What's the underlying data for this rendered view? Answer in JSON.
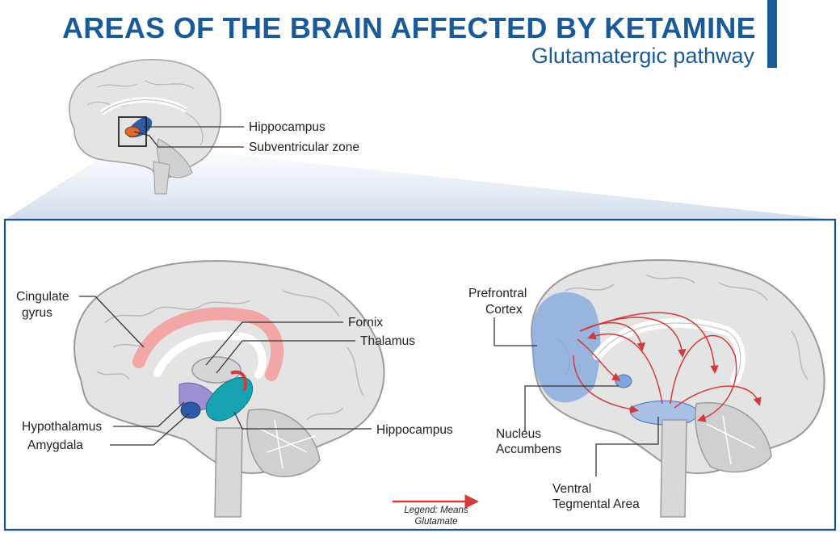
{
  "title": "AREAS OF THE BRAIN AFFECTED BY KETAMINE",
  "subtitle": "Glutamatergic pathway",
  "top_labels": {
    "hippocampus": "Hippocampus",
    "subventricular": "Subventricular zone"
  },
  "left_labels": {
    "cingulate_1": "Cingulate",
    "cingulate_2": "gyrus",
    "fornix": "Fornix",
    "thalamus": "Thalamus",
    "hypothalamus": "Hypothalamus",
    "amygdala": "Amygdala",
    "hippocampus": "Hippocampus"
  },
  "right_labels": {
    "pfc_1": "Prefrontral",
    "pfc_2": "Cortex",
    "nac_1": "Nucleus",
    "nac_2": "Accumbens",
    "vta_1": "Ventral",
    "vta_2": "Tegmental Area"
  },
  "legend": {
    "line1": "Legend: Means",
    "line2": "Glutamate",
    "arrow_color": "#d33b3b"
  },
  "colors": {
    "title": "#1b5a98",
    "brain": "#e2e2e3",
    "brain_outline": "#9a9a9d",
    "cingulate": "#f2a6a6",
    "hippocampus": "#18a3b3",
    "amygdala": "#2f5aa8",
    "hypothalamus": "#9e8fd0",
    "pfc": "#7ea6dc",
    "arrow": "#d33b3b"
  }
}
